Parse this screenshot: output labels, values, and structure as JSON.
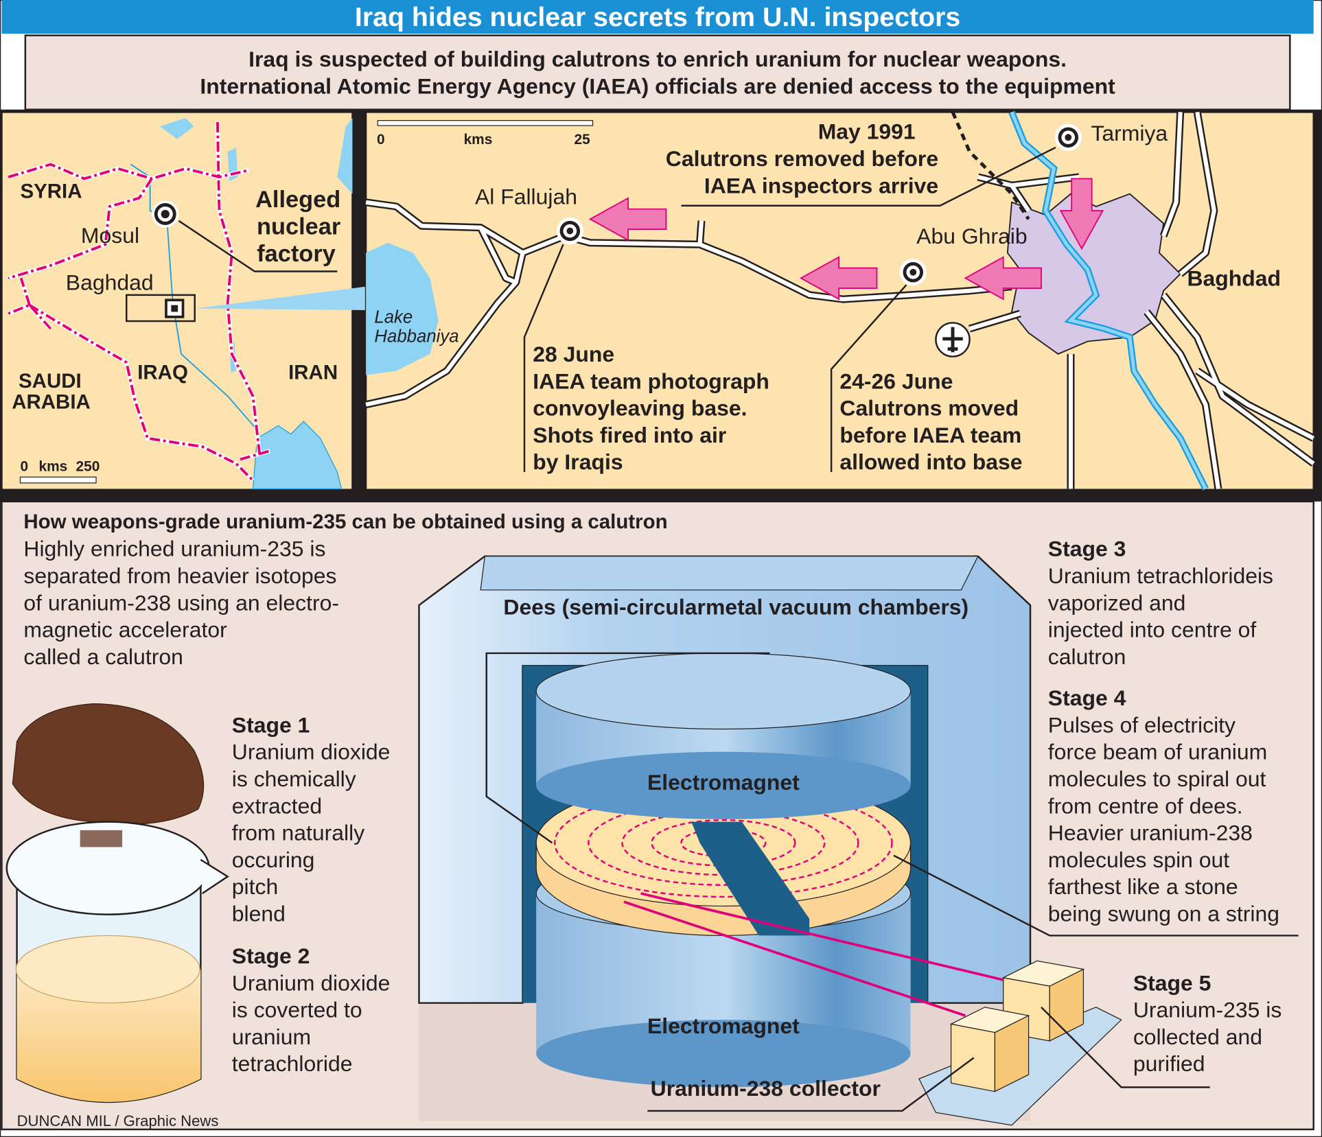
{
  "header": {
    "title": "Iraq hides nuclear secrets from U.N. inspectors",
    "subtitle_lines": [
      "Iraq is suspected of building calutrons to enrich uranium for nuclear weapons.",
      "International Atomic Energy Agency (IAEA) officials are denied access to the equipment"
    ]
  },
  "overview_map": {
    "labels": {
      "syria": "SYRIA",
      "mosul": "Mosul",
      "baghdad": "Baghdad",
      "saudi": "SAUDI",
      "arabia": "ARABIA",
      "iraq": "IRAQ",
      "iran": "IRAN"
    },
    "factory_lines": [
      "Alleged",
      "nuclear",
      "factory"
    ],
    "scale": {
      "zero": "0",
      "unit": "kms",
      "max": "250"
    }
  },
  "detail_map": {
    "scale": {
      "zero": "0",
      "unit": "kms",
      "max": "25"
    },
    "places": {
      "fallujah": "Al Fallujah",
      "tarmiya": "Tarmiya",
      "abu_ghraib": "Abu Ghraib",
      "baghdad": "Baghdad",
      "lake_1": "Lake",
      "lake_2": "Habbaniya"
    },
    "may_note": [
      "May 1991",
      "Calutrons removed before",
      "IAEA inspectors arrive"
    ],
    "june28_note": [
      "28 June",
      "IAEA team photograph",
      "convoyleaving base.",
      "Shots fired into air",
      "by Iraqis"
    ],
    "june24_note": [
      "24-26 June",
      "Calutrons moved",
      "before IAEA team",
      "allowed into base"
    ]
  },
  "calutron": {
    "heading": "How weapons-grade uranium-235 can be obtained using a calutron",
    "intro": [
      "Highly enriched uranium-235 is",
      "separated from heavier isotopes",
      "of uranium-238 using an electro-",
      "magnetic accelerator",
      "called a calutron"
    ],
    "dees_label": "Dees (semi-circularmetal vacuum chambers)",
    "magnet_top": "Electromagnet",
    "magnet_bottom": "Electromagnet",
    "collector_label": "Uranium-238 collector",
    "stages": [
      {
        "title": "Stage 1",
        "lines": [
          "Uranium dioxide",
          "is chemically",
          "extracted",
          "from naturally",
          "occuring",
          "pitch",
          "blend"
        ]
      },
      {
        "title": "Stage 2",
        "lines": [
          "Uranium dioxide",
          "is coverted to",
          "uranium",
          "tetrachloride"
        ]
      },
      {
        "title": "Stage 3",
        "lines": [
          "Uranium tetrachlorideis",
          "vaporized and",
          "injected into centre of",
          "calutron"
        ]
      },
      {
        "title": "Stage 4",
        "lines": [
          "Pulses of electricity",
          "force beam of uranium",
          "molecules to spiral out",
          "from centre of dees.",
          "Heavier uranium-238",
          "molecules spin out",
          "farthest like a stone",
          "being swung on a string"
        ]
      },
      {
        "title": "Stage 5",
        "lines": [
          "Uranium-235 is",
          "collected and",
          "purified"
        ]
      }
    ]
  },
  "credit": "DUNCAN MIL / Graphic News",
  "colors": {
    "title_bar": "#1b8fd3",
    "panel": "#f0e1da",
    "land": "#fde3b0",
    "water": "#8fd3f4",
    "border": "#e0007a",
    "arrow": "#f07ab4",
    "city": "#d7c8e8"
  }
}
